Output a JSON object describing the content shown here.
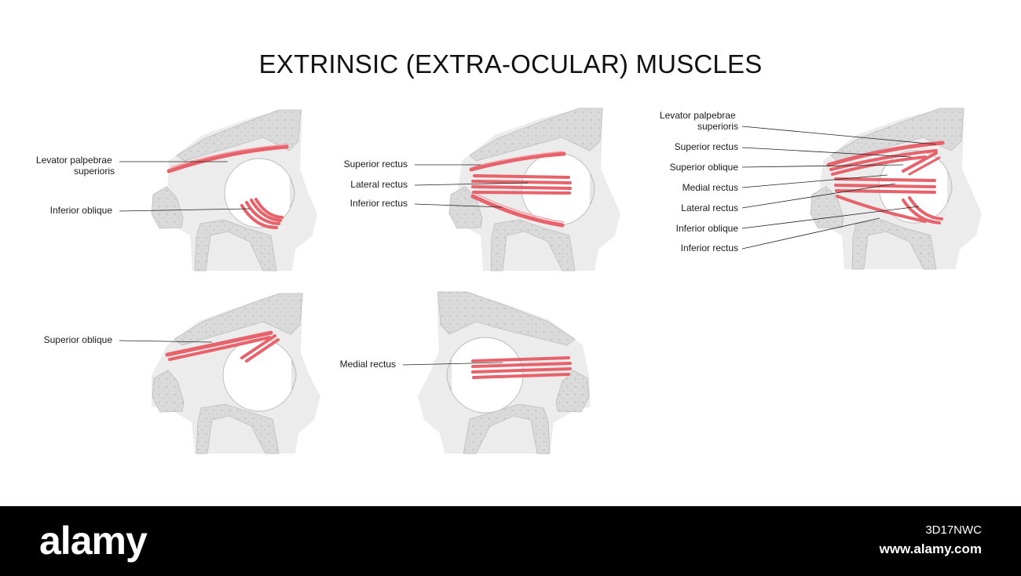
{
  "title": "EXTRINSIC (EXTRA-OCULAR) MUSCLES",
  "colors": {
    "muscle": "#e8626b",
    "muscle_light": "#f5a3a8",
    "bone": "#d6d6d6",
    "tissue": "#ececec",
    "eyeball": "#ffffff",
    "leader_line": "#222222",
    "footer_bg": "#000000"
  },
  "panels": [
    {
      "id": "levator-inferior-oblique",
      "labels": [
        "Levator palpebrae superioris",
        "Inferior oblique"
      ]
    },
    {
      "id": "recti-lateral-view",
      "labels": [
        "Superior rectus",
        "Lateral rectus",
        "Inferior rectus"
      ]
    },
    {
      "id": "all-muscles",
      "labels": [
        "Levator palpebrae superioris",
        "Superior rectus",
        "Superior oblique",
        "Medial rectus",
        "Lateral rectus",
        "Inferior oblique",
        "Inferior rectus"
      ]
    },
    {
      "id": "superior-oblique",
      "labels": [
        "Superior oblique"
      ]
    },
    {
      "id": "medial-rectus",
      "labels": [
        "Medial rectus"
      ]
    }
  ],
  "footer": {
    "logo": "alamy",
    "image_id": "3D17NWC",
    "site": "www.alamy.com"
  }
}
